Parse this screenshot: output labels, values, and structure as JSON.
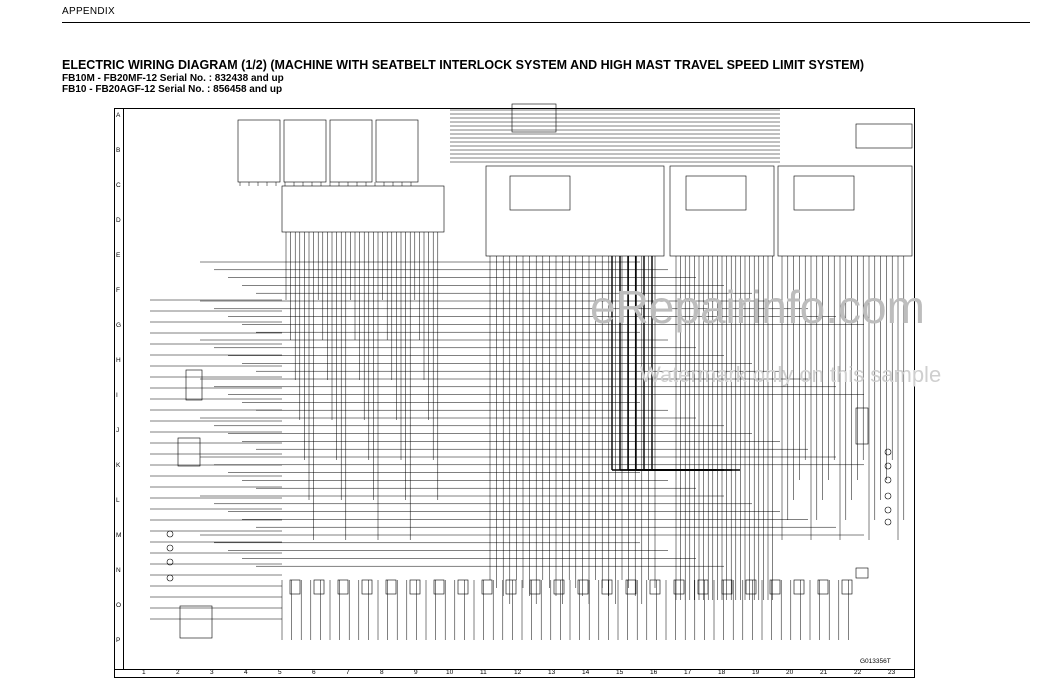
{
  "header": {
    "section": "APPENDIX"
  },
  "title": "ELECTRIC WIRING DIAGRAM (1/2) (MACHINE WITH SEATBELT INTERLOCK SYSTEM AND HIGH MAST TRAVEL SPEED LIMIT SYSTEM)",
  "subtitles": [
    "FB10M - FB20MF-12 Serial No. : 832438 and up",
    "FB10 - FB20AGF-12 Serial No. : 856458 and up"
  ],
  "row_labels": [
    "A",
    "B",
    "C",
    "D",
    "E",
    "F",
    "G",
    "H",
    "I",
    "J",
    "K",
    "L",
    "M",
    "N",
    "O",
    "P"
  ],
  "column_labels": [
    "1",
    "2",
    "3",
    "4",
    "5",
    "6",
    "7",
    "8",
    "9",
    "10",
    "11",
    "12",
    "13",
    "14",
    "15",
    "16",
    "17",
    "18",
    "19",
    "20",
    "21",
    "22",
    "23"
  ],
  "diagram_code": "G013356T",
  "watermark": {
    "main": "eRepairinfo.com",
    "sub": "Watermark only on this sample"
  },
  "colors": {
    "wire": "#000000",
    "watermark": "#bdbdbd"
  }
}
